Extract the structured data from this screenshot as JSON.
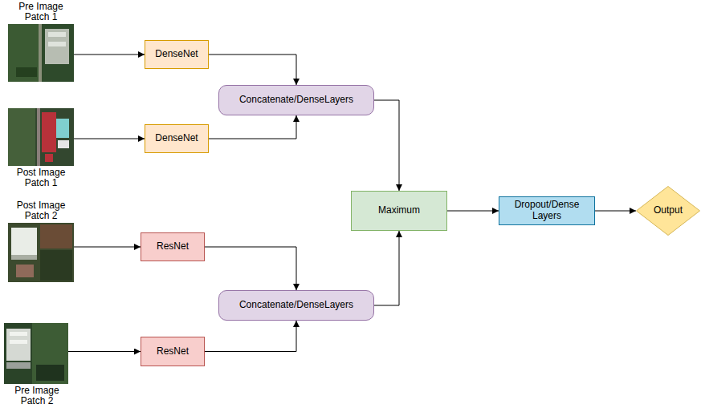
{
  "diagram": {
    "nodes": [
      {
        "text": [
          "Pre Image Patch 1"
        ]
      },
      {
        "text": [
          "DenseNet"
        ]
      },
      {
        "text": [
          "Concatenate/DenseLayers"
        ]
      },
      {
        "text": [
          "Post Image Patch 1"
        ]
      },
      {
        "text": [
          "DenseNet"
        ]
      },
      {
        "text": [
          "Maximum"
        ]
      },
      {
        "text": [
          "Dropout/Dense Layers"
        ]
      },
      {
        "text": [
          "Output"
        ]
      },
      {
        "text": [
          "Post Image Patch 2"
        ]
      },
      {
        "text": [
          "ResNet"
        ]
      },
      {
        "text": [
          "Concatenate/DenseLayers"
        ]
      },
      {
        "text": [
          "Pre Image Patch 2"
        ]
      },
      {
        "text": [
          "ResNet"
        ]
      }
    ],
    "edges": [
      {
        "from": 0,
        "to": 1,
        "arrow": "to"
      },
      {
        "from": 1,
        "to": 2,
        "arrow": "to"
      },
      {
        "from": 3,
        "to": 4,
        "arrow": "to"
      },
      {
        "from": 4,
        "to": 2,
        "arrow": "to"
      },
      {
        "from": 2,
        "to": 5,
        "arrow": "to"
      },
      {
        "from": 8,
        "to": 9,
        "arrow": "to"
      },
      {
        "from": 9,
        "to": 10,
        "arrow": "to"
      },
      {
        "from": 11,
        "to": 12,
        "arrow": "to"
      },
      {
        "from": 12,
        "to": 10,
        "arrow": "to"
      },
      {
        "from": 10,
        "to": 5,
        "arrow": "to"
      },
      {
        "from": 5,
        "to": 6,
        "arrow": "to"
      },
      {
        "from": 6,
        "to": 7,
        "arrow": "to"
      }
    ]
  }
}
